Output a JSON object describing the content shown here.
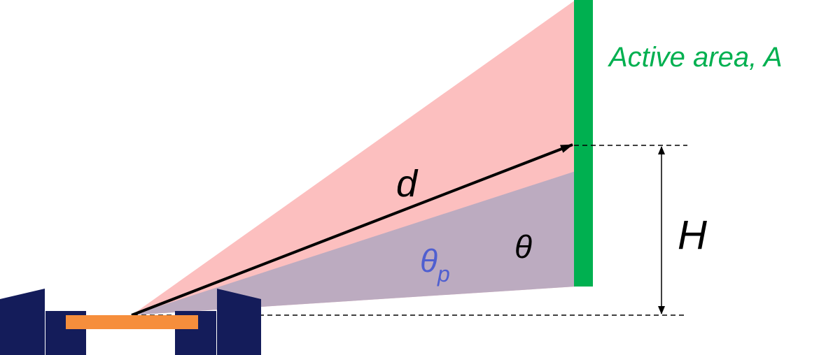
{
  "labels": {
    "active_area": "Active area, A",
    "distance": "d",
    "height": "H",
    "theta": "θ",
    "theta_p_base": "θ",
    "theta_p_sub": "p"
  },
  "colors": {
    "active_area": "#00b050",
    "cone": "#fcbfbf",
    "projected_cone": "#bcabc0",
    "detector": "#141c5a",
    "source": "#f68e3c",
    "theta_p": "#4f5fd0"
  }
}
